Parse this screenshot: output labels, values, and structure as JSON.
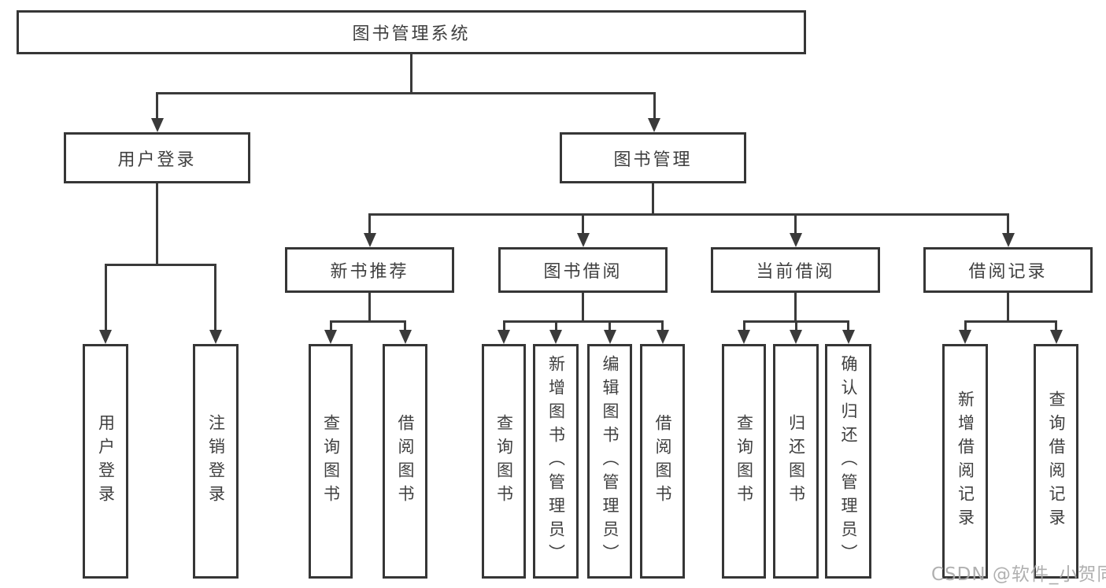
{
  "tree": {
    "root": {
      "label": "图书管理系统",
      "children": [
        {
          "label": "用户登录",
          "children": [
            {
              "label": "用户登录"
            },
            {
              "label": "注销登录"
            }
          ]
        },
        {
          "label": "图书管理",
          "children": [
            {
              "label": "新书推荐",
              "children": [
                {
                  "label": "查询图书"
                },
                {
                  "label": "借阅图书"
                }
              ]
            },
            {
              "label": "图书借阅",
              "children": [
                {
                  "label": "查询图书"
                },
                {
                  "label": "新增图书（管理员）"
                },
                {
                  "label": "编辑图书（管理员）"
                },
                {
                  "label": "借阅图书"
                }
              ]
            },
            {
              "label": "当前借阅",
              "children": [
                {
                  "label": "查询图书"
                },
                {
                  "label": "归还图书"
                },
                {
                  "label": "确认归还（管理员）"
                }
              ]
            },
            {
              "label": "借阅记录",
              "children": [
                {
                  "label": "新增借阅记录"
                },
                {
                  "label": "查询借阅记录"
                }
              ]
            }
          ]
        }
      ]
    }
  },
  "watermark": {
    "text": "CSDN @软件_小贺同学"
  },
  "colors": {
    "background": "#ffffff",
    "box_border": "#363636",
    "box_fill": "#ffffff",
    "line": "#3a3a3a",
    "text": "#3f3f3f",
    "watermark": "#a8a8a8"
  }
}
